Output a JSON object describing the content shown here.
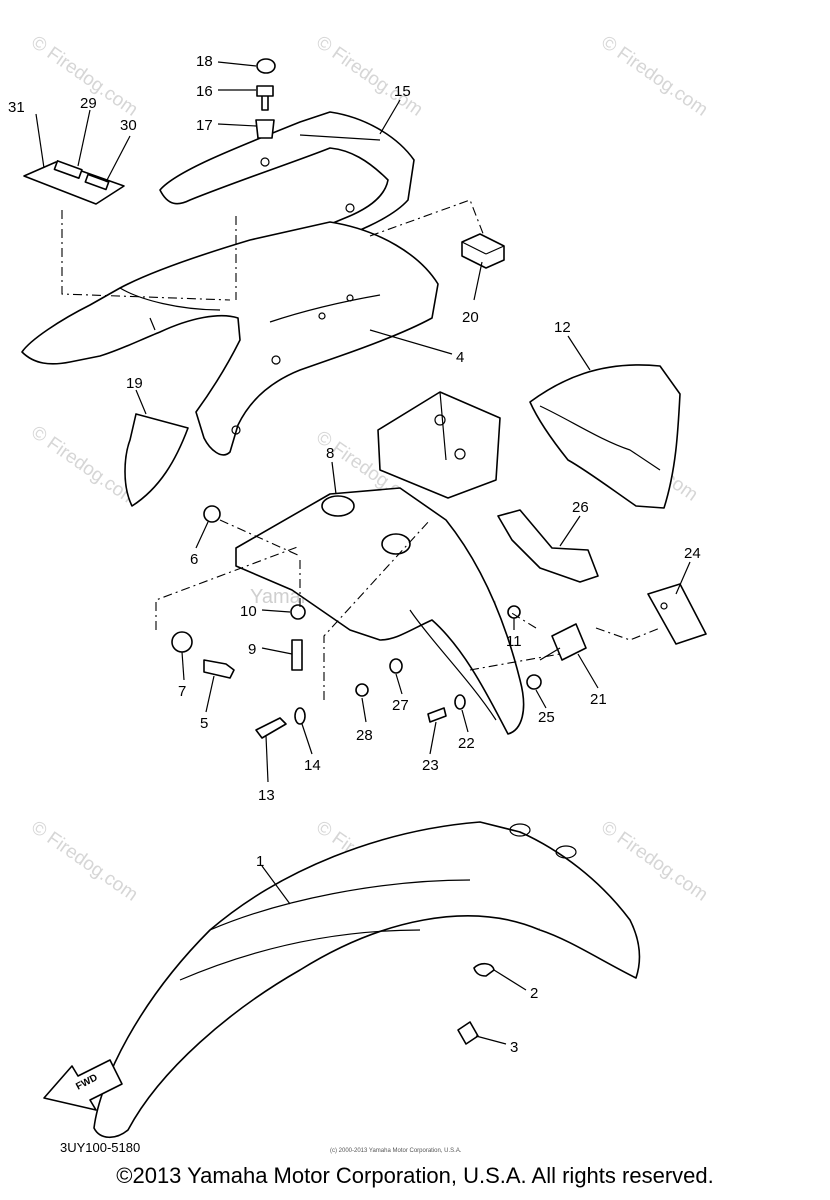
{
  "watermarks": {
    "corner": "© Firedog.com",
    "center": "Yamaha Motor Corp. U.S.A."
  },
  "callouts": [
    {
      "id": "c1",
      "label": "1"
    },
    {
      "id": "c2",
      "label": "2"
    },
    {
      "id": "c3",
      "label": "3"
    },
    {
      "id": "c4",
      "label": "4"
    },
    {
      "id": "c5",
      "label": "5"
    },
    {
      "id": "c6",
      "label": "6"
    },
    {
      "id": "c7",
      "label": "7"
    },
    {
      "id": "c8",
      "label": "8"
    },
    {
      "id": "c9",
      "label": "9"
    },
    {
      "id": "c10",
      "label": "10"
    },
    {
      "id": "c11",
      "label": "11"
    },
    {
      "id": "c12",
      "label": "12"
    },
    {
      "id": "c13",
      "label": "13"
    },
    {
      "id": "c14",
      "label": "14"
    },
    {
      "id": "c15",
      "label": "15"
    },
    {
      "id": "c16",
      "label": "16"
    },
    {
      "id": "c17",
      "label": "17"
    },
    {
      "id": "c18",
      "label": "18"
    },
    {
      "id": "c19",
      "label": "19"
    },
    {
      "id": "c20",
      "label": "20"
    },
    {
      "id": "c21",
      "label": "21"
    },
    {
      "id": "c22",
      "label": "22"
    },
    {
      "id": "c23",
      "label": "23"
    },
    {
      "id": "c24",
      "label": "24"
    },
    {
      "id": "c25",
      "label": "25"
    },
    {
      "id": "c26",
      "label": "26"
    },
    {
      "id": "c27",
      "label": "27"
    },
    {
      "id": "c28",
      "label": "28"
    },
    {
      "id": "c29",
      "label": "29"
    },
    {
      "id": "c30",
      "label": "30"
    },
    {
      "id": "c31",
      "label": "31"
    }
  ],
  "diagram_code": "3UY100-5180",
  "fwd_label": "FWD",
  "small_copyright": "(c) 2000-2013 Yamaha Motor Corporation, U.S.A.",
  "copyright": "©2013 Yamaha Motor Corporation, U.S.A. All rights reserved."
}
